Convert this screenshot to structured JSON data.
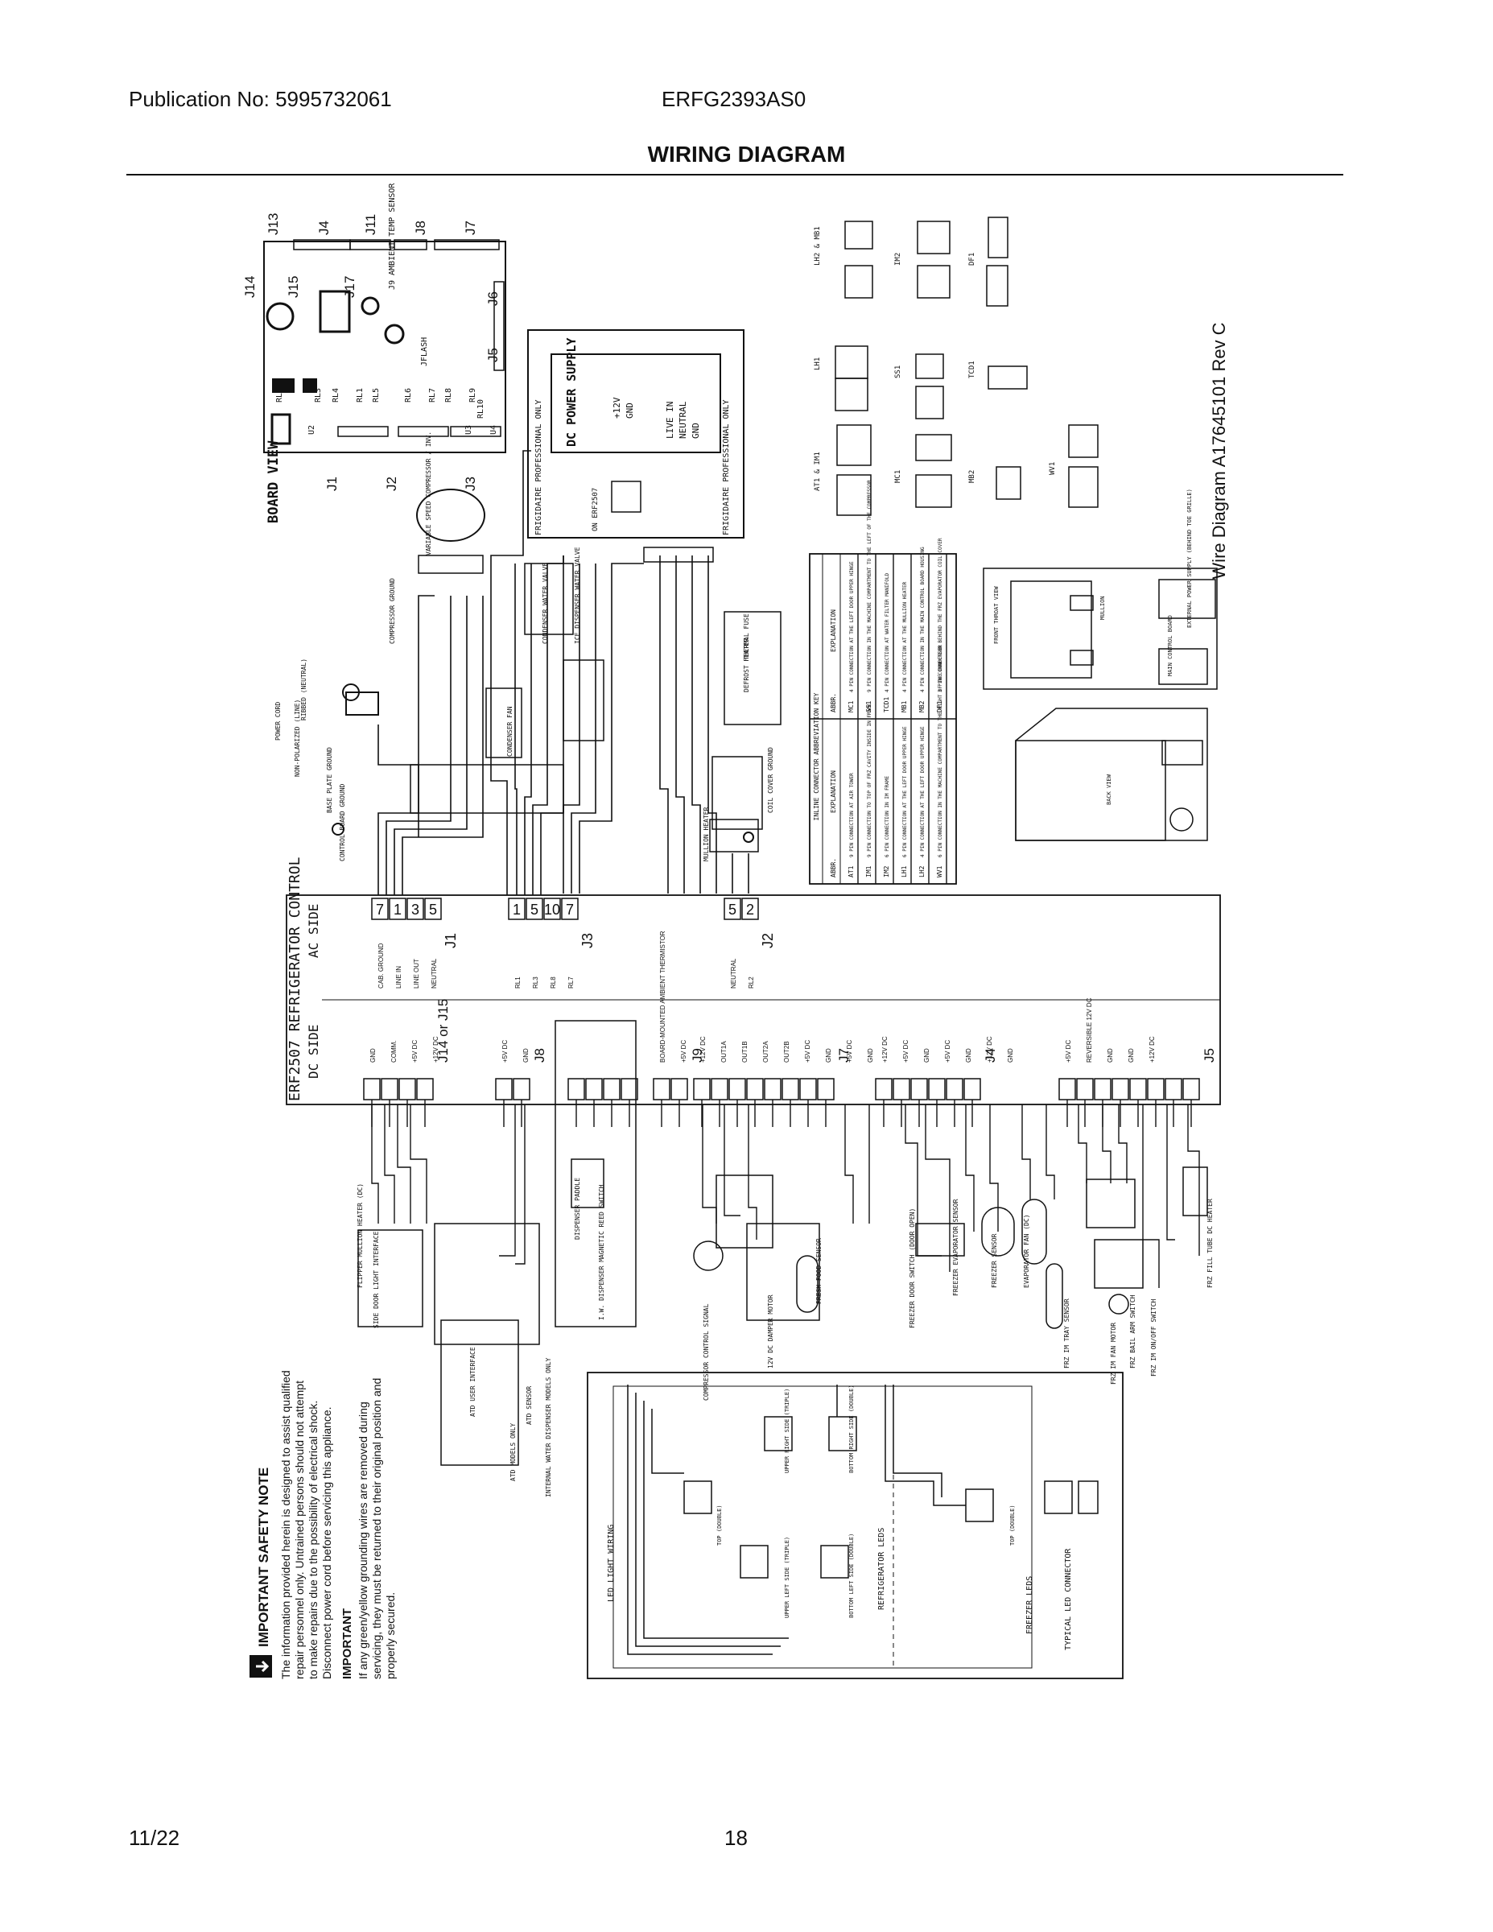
{
  "header": {
    "publication": "Publication No: 5995732061",
    "model": "ERFG2393AS0",
    "title": "WIRING DIAGRAM"
  },
  "footer": {
    "date": "11/22",
    "page": "18"
  },
  "diagram": {
    "revision": "Wire Diagram A17645101 Rev C",
    "board_view": "BOARD VIEW",
    "board_jacks": [
      "J13",
      "J4",
      "J11",
      "J8",
      "J7",
      "J14",
      "J15",
      "J17",
      "J6",
      "J5",
      "J1",
      "J2",
      "J3"
    ],
    "board_parts": [
      "J9 AMBIENT TEMP SENSOR",
      "JFLASH",
      "RL1",
      "RL2",
      "RL3",
      "RL4",
      "RL5",
      "RL6",
      "RL7",
      "RL8",
      "RL9",
      "RL10",
      "U2",
      "U3",
      "U4"
    ],
    "dc_power_supply": "DC POWER SUPPLY",
    "dc_supply_pins": [
      "+12V",
      "GND",
      "LIVE IN",
      "NEUTRAL",
      "GND"
    ],
    "frigidaire_professional_only": "FRIGIDAIRE PROFESSIONAL ONLY",
    "on_erf2507": "ON ERF2507",
    "control_title": "ERF2507 REFRIGERATOR CONTROL",
    "ac_side": "AC SIDE",
    "dc_side": "DC SIDE",
    "j1_labels": [
      "CAB. GROUND",
      "LINE IN",
      "LINE OUT",
      "NEUTRAL"
    ],
    "j1_pins": [
      "7",
      "1",
      "3",
      "5"
    ],
    "j3_labels": [
      "RL1",
      "RL3",
      "RL8",
      "RL7"
    ],
    "j3_pins": [
      "1",
      "5",
      "10",
      "7"
    ],
    "j2_labels": [
      "NEUTRAL",
      "RL2"
    ],
    "j2_pins": [
      "5",
      "2"
    ],
    "j14_labels": [
      "GND",
      "COMM.",
      "+5V DC",
      "+12V DC"
    ],
    "j8_labels": [
      "+5V DC",
      "GND"
    ],
    "j9_labels": [
      "BOARD-MOUNTED AMBIENT THERMISTOR",
      "+5V DC"
    ],
    "j7_labels": [
      "+12V DC",
      "OUT1A",
      "OUT1B",
      "OUT2A",
      "OUT2B",
      "+5V DC",
      "GND",
      "+5V DC",
      "GND"
    ],
    "j4_labels": [
      "+12V DC",
      "+5V DC",
      "GND",
      "+5V DC",
      "GND",
      "+12V DC",
      "GND"
    ],
    "j5_labels": [
      "+5V DC",
      "REVERSIBLE 12V DC",
      "GND",
      "GND",
      "+12V DC"
    ],
    "components": [
      "VARIABLE SPEED COMPRESSOR / INV.",
      "POWER CORD",
      "NON-POLARIZED (LINE)",
      "RIBBED (NEUTRAL)",
      "BASE PLATE GROUND",
      "CONTROL BOARD GROUND",
      "COMPRESSOR GROUND",
      "CONDENSER FAN",
      "CONDENSER WATER VALVE",
      "ICE DISPENSER WATER VALVE",
      "THERMAL FUSE",
      "DEFROST HEATER",
      "COIL COVER GROUND",
      "MULLION HEATER",
      "FLIPPER MULLION HEATER (DC)",
      "SIDE DOOR LIGHT INTERFACE",
      "ATD SENSOR",
      "ATD USER INTERFACE",
      "ATD MODELS ONLY",
      "INTERNAL WATER DISPENSER MODELS ONLY",
      "DISPENSER PADDLE",
      "I.W. DISPENSER MAGNETIC REED SWITCH",
      "COMPRESSOR CONTROL SIGNAL",
      "12V DC DAMPER MOTOR",
      "FRESH FOOD SENSOR",
      "FREEZER DOOR SWITCH (DOOR OPEN)",
      "FREEZER EVAPORATOR SENSOR",
      "FREEZER SENSOR",
      "EVAPORATOR FAN (DC)",
      "FRZ IM TRAY SENSOR",
      "FRZ IM FAN MOTOR",
      "FRZ BAIL ARM SWITCH",
      "FRZ IM ON/OFF SWITCH",
      "FRZ FILL TUBE DC HEATER"
    ],
    "led_sections": [
      "LED LIGHT WIRING",
      "REFRIGERATOR LEDS",
      "FREEZER LEDS",
      "TYPICAL LED CONNECTOR"
    ],
    "led_parts": [
      "UPPER RIGHT SIDE (TRIPLE)",
      "BOTTOM RIGHT SIDE (DOUBLE)",
      "UPPER LEFT SIDE (TRIPLE)",
      "BOTTOM LEFT SIDE (DOUBLE)",
      "TOP (DOUBLE)",
      "TOP (DOUBLE)"
    ],
    "connector_ids": [
      "LH2 & MB1",
      "IM2",
      "DF1",
      "LH1",
      "SS1",
      "TCD1",
      "AT1 & IM1",
      "MC1",
      "MB2",
      "WV1"
    ],
    "abbreviation_key": {
      "title": "INLINE CONNECTOR ABBREVIATION KEY",
      "headers": [
        "ABBR.",
        "EXPLANATION",
        "ABBR.",
        "EXPLANATION"
      ],
      "rows": [
        [
          "AT1",
          "9 PIN CONNECTION AT AIR TOWER",
          "MC1",
          "4 PIN CONNECTION AT THE LEFT DOOR UPPER HINGE"
        ],
        [
          "IM1",
          "9 PIN CONNECTION TO TOP OF FRZ CAVITY INSIDE IN FRAME",
          "SS1",
          "9 PIN CONNECTION IN THE MACHINE COMPARTMENT TO THE LEFT OF THE COMPRESSOR"
        ],
        [
          "IM2",
          "6 PIN CONNECTION IN IM FRAME",
          "TCD1",
          "4 PIN CONNECTION AT WATER FILTER MANIFOLD"
        ],
        [
          "LH1",
          "6 PIN CONNECTION AT THE LEFT DOOR UPPER HINGE",
          "MB1",
          "4 PIN CONNECTION AT THE MULLION HEATER"
        ],
        [
          "LH2",
          "4 PIN CONNECTION AT THE LEFT DOOR UPPER HINGE",
          "MB2",
          "4 PIN CONNECTION IN THE MAIN CONTROL BOARD HOUSING"
        ],
        [
          "WV1",
          "6 PIN CONNECTION IN THE MACHINE COMPARTMENT TO THE RIGHT OF THE CONDENSER",
          "DF1",
          "3 PIN CONNECTION BEHIND THE FRZ EVAPORATOR COIL COVER"
        ]
      ]
    },
    "location_views": [
      "FRONT THROAT VIEW",
      "BACK VIEW",
      "MULLION",
      "EXTERNAL POWER SUPPLY (BEHIND TOE GRILLE)",
      "MAIN CONTROL BOARD"
    ],
    "safety_note": {
      "title": "IMPORTANT SAFETY NOTE",
      "body": [
        "The information provided herein is designed to assist qualified",
        "repair personnel only. Untrained persons should not attempt",
        "to make repairs due to the possibility of electrical shock.",
        "Disconnect power cord before servicing this appliance."
      ],
      "important_label": "IMPORTANT",
      "important_body": [
        "If any green/yellow grounding wires are removed during",
        "servicing, they must be returned to their original position and",
        "properly secured."
      ]
    }
  }
}
